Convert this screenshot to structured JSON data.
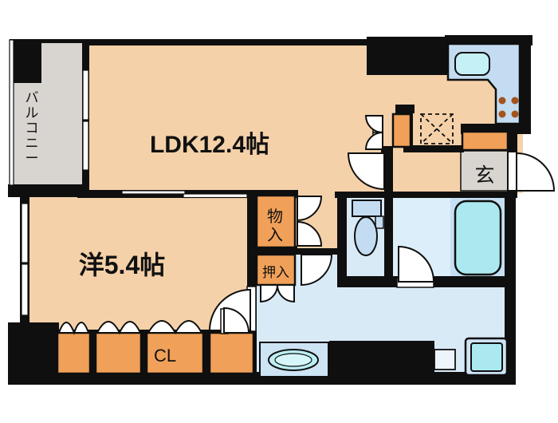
{
  "floor_plan": {
    "rooms": {
      "ldk": {
        "label": "LDK12.4帖"
      },
      "western_room": {
        "label": "洋5.4帖"
      },
      "balcony": {
        "label": "バルコニー",
        "chars": [
          "バ",
          "ル",
          "コ",
          "ニ",
          "ー"
        ]
      },
      "entrance": {
        "label": "玄"
      },
      "storage": {
        "label": "物入",
        "chars": [
          "物",
          "入"
        ]
      },
      "oshiire": {
        "label": "押入"
      },
      "closet": {
        "label": "CL"
      }
    },
    "colors": {
      "wall": "#0f0f0f",
      "room_floor": "#F5D1A9",
      "balcony_floor": "#D8D5D1",
      "closet_orange": "#F0A058",
      "wet_area_blue": "#D9EAF7",
      "counter_blue": "#C3DCF1",
      "fixture_cyan": "#ABE9F0",
      "bath_panel_blue": "#C6E0F3",
      "burner_brown": "#A4531D"
    }
  }
}
